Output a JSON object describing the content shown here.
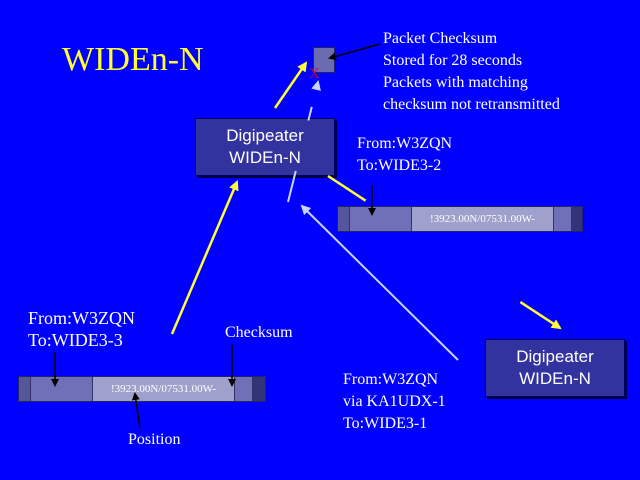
{
  "title": "WIDEn-N",
  "checksum_note": {
    "line1": "Packet Checksum",
    "line2": "Stored for 28 seconds",
    "line3": "Packets with matching",
    "line4": "checksum not retransmitted"
  },
  "x_mark": "X",
  "digipeater_top": {
    "line1": "Digipeater",
    "line2": "WIDEn-N"
  },
  "digipeater_right": {
    "line1": "Digipeater",
    "line2": "WIDEn-N"
  },
  "packet_top": {
    "from": "From:W3ZQN",
    "to": "To:WIDE3-2",
    "payload": "!3923.00N/07531.00W-"
  },
  "packet_left": {
    "from": "From:W3ZQN",
    "to": "To:WIDE3-3",
    "payload": "!3923.00N/07531.00W-"
  },
  "checksum_label": "Checksum",
  "position_label": "Position",
  "route_note": {
    "line1": "From:W3ZQN",
    "line2": "via KA1UDX-1",
    "line3": "To:WIDE3-1"
  },
  "colors": {
    "background": "#0000ff",
    "arrow_yellow": "#ffff33",
    "arrow_light": "#c8d4ff",
    "x_mark": "#cc0033"
  }
}
